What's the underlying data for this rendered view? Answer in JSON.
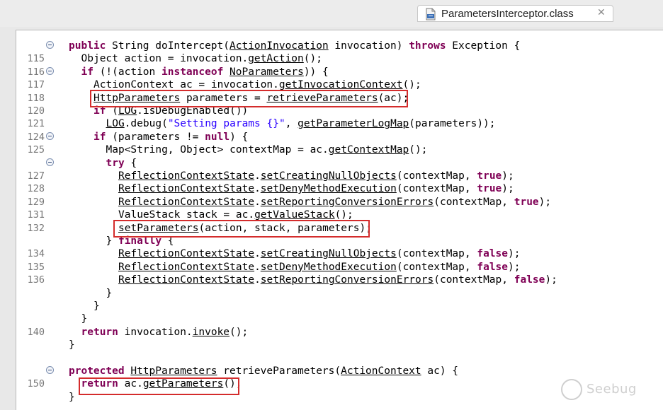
{
  "tab": {
    "label": "ParametersInterceptor.class",
    "icon": "class-file-icon"
  },
  "colors": {
    "keyword": "#7f0055",
    "string": "#2a00ff",
    "highlight_box": "#d42c2c"
  },
  "watermark": {
    "text": "Seebug"
  },
  "lines": [
    {
      "num": "",
      "fold": true,
      "indent": 0,
      "parts": [
        [
          "kw",
          "public"
        ],
        [
          "t",
          " String doIntercept("
        ],
        [
          "u",
          "ActionInvocation"
        ],
        [
          "t",
          " invocation) "
        ],
        [
          "kw",
          "throws"
        ],
        [
          "t",
          " Exception {"
        ]
      ]
    },
    {
      "num": "115",
      "fold": false,
      "indent": 1,
      "parts": [
        [
          "t",
          "Object action = invocation."
        ],
        [
          "u",
          "getAction"
        ],
        [
          "t",
          "();"
        ]
      ]
    },
    {
      "num": "116",
      "fold": true,
      "indent": 1,
      "parts": [
        [
          "kw",
          "if"
        ],
        [
          "t",
          " (!(action "
        ],
        [
          "kw",
          "instanceof"
        ],
        [
          "t",
          " "
        ],
        [
          "u",
          "NoParameters"
        ],
        [
          "t",
          ")) {"
        ]
      ]
    },
    {
      "num": "117",
      "fold": false,
      "indent": 2,
      "parts": [
        [
          "t",
          "ActionContext ac = invocation."
        ],
        [
          "u",
          "getInvocationContext"
        ],
        [
          "t",
          "();"
        ]
      ]
    },
    {
      "num": "118",
      "fold": false,
      "indent": 2,
      "parts": [
        [
          "u",
          "HttpParameters"
        ],
        [
          "t",
          " parameters = "
        ],
        [
          "u",
          "retrieveParameters"
        ],
        [
          "t",
          "(ac);"
        ]
      ]
    },
    {
      "num": "120",
      "fold": false,
      "indent": 2,
      "parts": [
        [
          "kw",
          "if"
        ],
        [
          "t",
          " ("
        ],
        [
          "u",
          "LOG"
        ],
        [
          "t",
          ".isDebugEnabled())"
        ]
      ]
    },
    {
      "num": "121",
      "fold": false,
      "indent": 3,
      "parts": [
        [
          "u",
          "LOG"
        ],
        [
          "t",
          ".debug("
        ],
        [
          "str",
          "\"Setting params {}\""
        ],
        [
          "t",
          ", "
        ],
        [
          "u",
          "getParameterLogMap"
        ],
        [
          "t",
          "(parameters));"
        ]
      ]
    },
    {
      "num": "124",
      "fold": true,
      "indent": 2,
      "parts": [
        [
          "kw",
          "if"
        ],
        [
          "t",
          " (parameters != "
        ],
        [
          "kw",
          "null"
        ],
        [
          "t",
          ") {"
        ]
      ]
    },
    {
      "num": "125",
      "fold": false,
      "indent": 3,
      "parts": [
        [
          "t",
          "Map<String, Object> contextMap = ac."
        ],
        [
          "u",
          "getContextMap"
        ],
        [
          "t",
          "();"
        ]
      ]
    },
    {
      "num": "",
      "fold": true,
      "indent": 3,
      "parts": [
        [
          "kw",
          "try"
        ],
        [
          "t",
          " {"
        ]
      ]
    },
    {
      "num": "127",
      "fold": false,
      "indent": 4,
      "parts": [
        [
          "u",
          "ReflectionContextState"
        ],
        [
          "t",
          "."
        ],
        [
          "u",
          "setCreatingNullObjects"
        ],
        [
          "t",
          "(contextMap, "
        ],
        [
          "kw",
          "true"
        ],
        [
          "t",
          ");"
        ]
      ]
    },
    {
      "num": "128",
      "fold": false,
      "indent": 4,
      "parts": [
        [
          "u",
          "ReflectionContextState"
        ],
        [
          "t",
          "."
        ],
        [
          "u",
          "setDenyMethodExecution"
        ],
        [
          "t",
          "(contextMap, "
        ],
        [
          "kw",
          "true"
        ],
        [
          "t",
          ");"
        ]
      ]
    },
    {
      "num": "129",
      "fold": false,
      "indent": 4,
      "parts": [
        [
          "u",
          "ReflectionContextState"
        ],
        [
          "t",
          "."
        ],
        [
          "u",
          "setReportingConversionErrors"
        ],
        [
          "t",
          "(contextMap, "
        ],
        [
          "kw",
          "true"
        ],
        [
          "t",
          ");"
        ]
      ]
    },
    {
      "num": "131",
      "fold": false,
      "indent": 4,
      "parts": [
        [
          "t",
          "ValueStack stack = ac."
        ],
        [
          "u",
          "getValueStack"
        ],
        [
          "t",
          "();"
        ]
      ]
    },
    {
      "num": "132",
      "fold": false,
      "indent": 4,
      "parts": [
        [
          "u",
          "setParameters"
        ],
        [
          "t",
          "(action, stack, parameters);"
        ]
      ]
    },
    {
      "num": "",
      "fold": false,
      "indent": 3,
      "parts": [
        [
          "t",
          "} "
        ],
        [
          "kw",
          "finally"
        ],
        [
          "t",
          " {"
        ]
      ]
    },
    {
      "num": "134",
      "fold": false,
      "indent": 4,
      "parts": [
        [
          "u",
          "ReflectionContextState"
        ],
        [
          "t",
          "."
        ],
        [
          "u",
          "setCreatingNullObjects"
        ],
        [
          "t",
          "(contextMap, "
        ],
        [
          "kw",
          "false"
        ],
        [
          "t",
          ");"
        ]
      ]
    },
    {
      "num": "135",
      "fold": false,
      "indent": 4,
      "parts": [
        [
          "u",
          "ReflectionContextState"
        ],
        [
          "t",
          "."
        ],
        [
          "u",
          "setDenyMethodExecution"
        ],
        [
          "t",
          "(contextMap, "
        ],
        [
          "kw",
          "false"
        ],
        [
          "t",
          ");"
        ]
      ]
    },
    {
      "num": "136",
      "fold": false,
      "indent": 4,
      "parts": [
        [
          "u",
          "ReflectionContextState"
        ],
        [
          "t",
          "."
        ],
        [
          "u",
          "setReportingConversionErrors"
        ],
        [
          "t",
          "(contextMap, "
        ],
        [
          "kw",
          "false"
        ],
        [
          "t",
          ");"
        ]
      ]
    },
    {
      "num": "",
      "fold": false,
      "indent": 3,
      "parts": [
        [
          "t",
          "}"
        ]
      ]
    },
    {
      "num": "",
      "fold": false,
      "indent": 2,
      "parts": [
        [
          "t",
          "}"
        ]
      ]
    },
    {
      "num": "",
      "fold": false,
      "indent": 1,
      "parts": [
        [
          "t",
          "}"
        ]
      ]
    },
    {
      "num": "140",
      "fold": false,
      "indent": 1,
      "parts": [
        [
          "kw",
          "return"
        ],
        [
          "t",
          " invocation."
        ],
        [
          "u",
          "invoke"
        ],
        [
          "t",
          "();"
        ]
      ]
    },
    {
      "num": "",
      "fold": false,
      "indent": 0,
      "parts": [
        [
          "t",
          "}"
        ]
      ]
    },
    {
      "num": "",
      "fold": false,
      "indent": 0,
      "parts": []
    },
    {
      "num": "",
      "fold": true,
      "indent": 0,
      "parts": [
        [
          "kw",
          "protected"
        ],
        [
          "t",
          " "
        ],
        [
          "u",
          "HttpParameters"
        ],
        [
          "t",
          " retrieveParameters("
        ],
        [
          "u",
          "ActionContext"
        ],
        [
          "t",
          " ac) {"
        ]
      ]
    },
    {
      "num": "150",
      "fold": false,
      "indent": 1,
      "parts": [
        [
          "kw",
          "return"
        ],
        [
          "t",
          " ac."
        ],
        [
          "u",
          "getParameters"
        ],
        [
          "t",
          "();"
        ]
      ]
    },
    {
      "num": "",
      "fold": false,
      "indent": 0,
      "parts": [
        [
          "t",
          "}"
        ]
      ]
    }
  ]
}
